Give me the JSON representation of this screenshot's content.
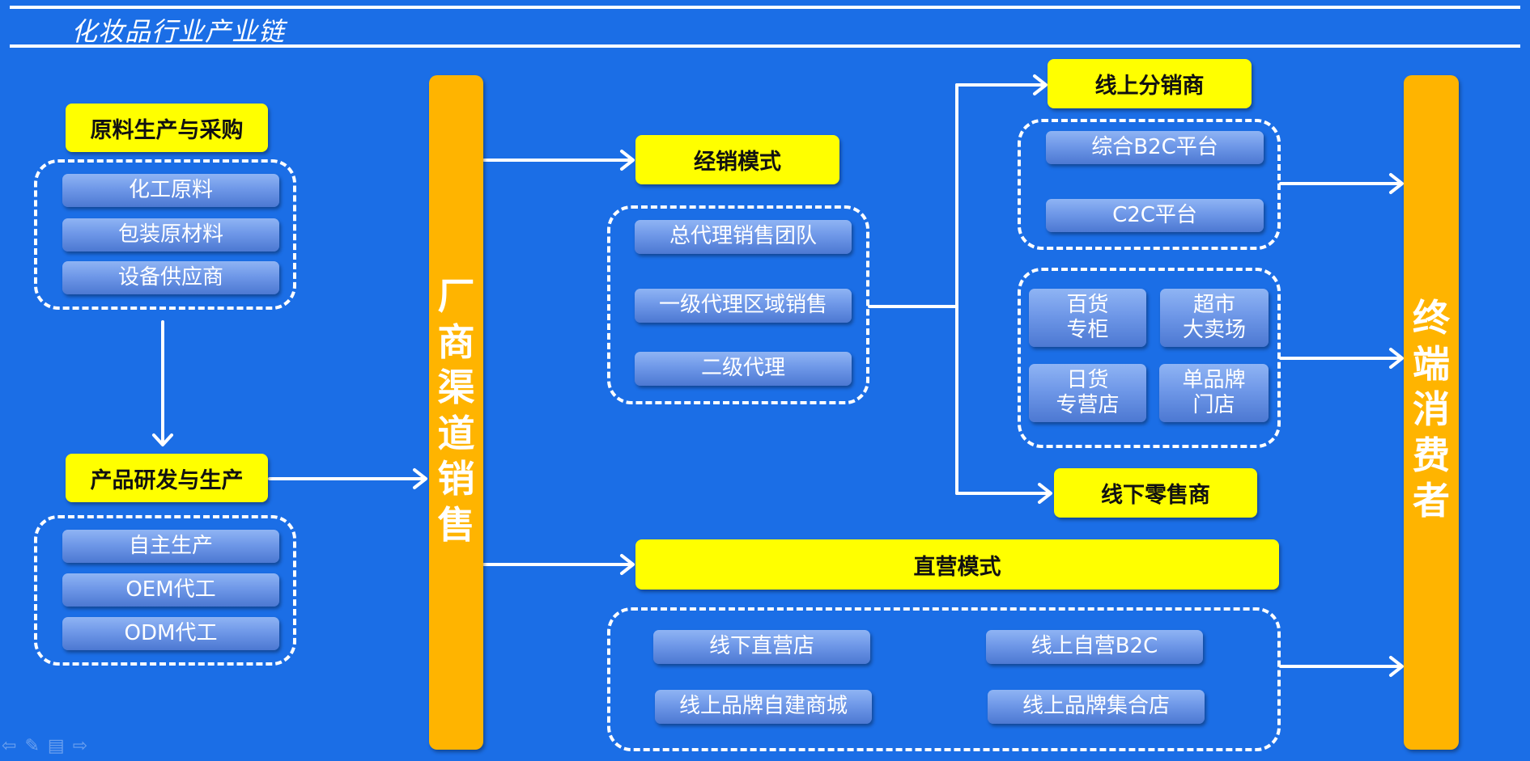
{
  "title": "化妆品行业产业链",
  "raw_materials": {
    "header": "原料生产与采购",
    "items": [
      "化工原料",
      "包装原材料",
      "设备供应商"
    ]
  },
  "production": {
    "header": "产品研发与生产",
    "items": [
      "自主生产",
      "OEM代工",
      "ODM代工"
    ]
  },
  "channel_bar": {
    "chars": [
      "厂",
      "商",
      "渠",
      "道",
      "销",
      "售"
    ]
  },
  "consumer_bar": {
    "chars": [
      "终",
      "端",
      "消",
      "费",
      "者"
    ]
  },
  "distribution": {
    "header": "经销模式",
    "items": [
      "总代理销售团队",
      "一级代理区域销售",
      "二级代理"
    ]
  },
  "online_dist": {
    "header": "线上分销商",
    "items": [
      "综合B2C平台",
      "C2C平台"
    ]
  },
  "offline_items": [
    {
      "line1": "百货",
      "line2": "专柜"
    },
    {
      "line1": "超市",
      "line2": "大卖场"
    },
    {
      "line1": "日货",
      "line2": "专营店"
    },
    {
      "line1": "单品牌",
      "line2": "门店"
    }
  ],
  "offline_retail": {
    "header": "线下零售商"
  },
  "direct": {
    "header": "直营模式",
    "items": [
      "线下直营店",
      "线上自营B2C",
      "线上品牌自建商城",
      "线上品牌集合店"
    ]
  },
  "nav_icons": [
    "prev-icon",
    "pen-icon",
    "menu-icon",
    "next-icon"
  ],
  "colors": {
    "background": "#1b6ee6",
    "yellow": "#ffff00",
    "orange": "#ffb400"
  }
}
